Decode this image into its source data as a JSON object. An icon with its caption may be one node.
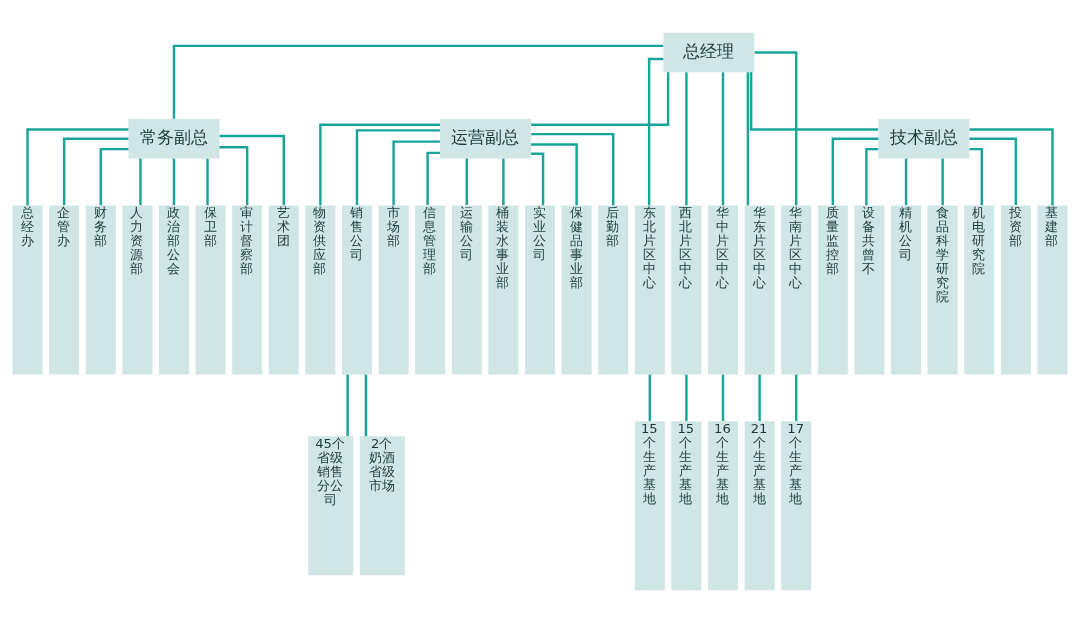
{
  "diagram": {
    "nodes": [
      {
        "text": [
          "总经理"
        ]
      },
      {
        "text": [
          "常务副总"
        ]
      },
      {
        "text": [
          "运营副总"
        ]
      },
      {
        "text": [
          "技术副总"
        ]
      },
      {
        "text": [
          "总经办"
        ]
      },
      {
        "text": [
          "企管办"
        ]
      },
      {
        "text": [
          "财务部"
        ]
      },
      {
        "text": [
          "人力资源部"
        ]
      },
      {
        "text": [
          "政治部公会"
        ]
      },
      {
        "text": [
          "保卫部"
        ]
      },
      {
        "text": [
          "审计督察部"
        ]
      },
      {
        "text": [
          "艺术团"
        ]
      },
      {
        "text": [
          "物资供应部"
        ]
      },
      {
        "text": [
          "销售公司"
        ]
      },
      {
        "text": [
          "市场部"
        ]
      },
      {
        "text": [
          "信息管理部"
        ]
      },
      {
        "text": [
          "运输公司"
        ]
      },
      {
        "text": [
          "桶装水事业部"
        ]
      },
      {
        "text": [
          "实业公司"
        ]
      },
      {
        "text": [
          "保健品事业部"
        ]
      },
      {
        "text": [
          "后勤部"
        ]
      },
      {
        "text": [
          "东北片区中心"
        ]
      },
      {
        "text": [
          "西北片区中心"
        ]
      },
      {
        "text": [
          "华中片区中心"
        ]
      },
      {
        "text": [
          "华东片区中心"
        ]
      },
      {
        "text": [
          "华南片区中心"
        ]
      },
      {
        "text": [
          "质量监控部"
        ]
      },
      {
        "text": [
          "设备共曾不"
        ]
      },
      {
        "text": [
          "精机公司"
        ]
      },
      {
        "text": [
          "食品科学研究院"
        ]
      },
      {
        "text": [
          "机电研究院"
        ]
      },
      {
        "text": [
          "投资部"
        ]
      },
      {
        "text": [
          "基建部"
        ]
      },
      {
        "text": [
          "45个省级销售分公司"
        ]
      },
      {
        "text": [
          "2个奶酒省级市场"
        ]
      },
      {
        "text": [
          "15个生产基地"
        ]
      },
      {
        "text": [
          "15个生产基地"
        ]
      },
      {
        "text": [
          "16个生产基地"
        ]
      },
      {
        "text": [
          "21个生产基地"
        ]
      },
      {
        "text": [
          "17个生产基地"
        ]
      }
    ],
    "edges": [
      {
        "from": 0,
        "to": 1,
        "arrow": "none"
      },
      {
        "from": 0,
        "to": 2,
        "arrow": "none"
      },
      {
        "from": 0,
        "to": 21,
        "arrow": "none"
      },
      {
        "from": 0,
        "to": 22,
        "arrow": "none"
      },
      {
        "from": 0,
        "to": 23,
        "arrow": "none"
      },
      {
        "from": 0,
        "to": 24,
        "arrow": "none"
      },
      {
        "from": 0,
        "to": 25,
        "arrow": "none"
      },
      {
        "from": 0,
        "to": 3,
        "arrow": "none"
      },
      {
        "from": 1,
        "to": 4,
        "arrow": "none"
      },
      {
        "from": 1,
        "to": 5,
        "arrow": "none"
      },
      {
        "from": 1,
        "to": 6,
        "arrow": "none"
      },
      {
        "from": 1,
        "to": 7,
        "arrow": "none"
      },
      {
        "from": 1,
        "to": 8,
        "arrow": "none"
      },
      {
        "from": 1,
        "to": 9,
        "arrow": "none"
      },
      {
        "from": 1,
        "to": 10,
        "arrow": "none"
      },
      {
        "from": 1,
        "to": 11,
        "arrow": "none"
      },
      {
        "from": 2,
        "to": 12,
        "arrow": "none"
      },
      {
        "from": 2,
        "to": 13,
        "arrow": "none"
      },
      {
        "from": 2,
        "to": 14,
        "arrow": "none"
      },
      {
        "from": 2,
        "to": 15,
        "arrow": "none"
      },
      {
        "from": 2,
        "to": 16,
        "arrow": "none"
      },
      {
        "from": 2,
        "to": 17,
        "arrow": "none"
      },
      {
        "from": 2,
        "to": 18,
        "arrow": "none"
      },
      {
        "from": 2,
        "to": 19,
        "arrow": "none"
      },
      {
        "from": 2,
        "to": 20,
        "arrow": "none"
      },
      {
        "from": 3,
        "to": 26,
        "arrow": "none"
      },
      {
        "from": 3,
        "to": 27,
        "arrow": "none"
      },
      {
        "from": 3,
        "to": 28,
        "arrow": "none"
      },
      {
        "from": 3,
        "to": 29,
        "arrow": "none"
      },
      {
        "from": 3,
        "to": 30,
        "arrow": "none"
      },
      {
        "from": 3,
        "to": 31,
        "arrow": "none"
      },
      {
        "from": 3,
        "to": 32,
        "arrow": "none"
      },
      {
        "from": 13,
        "to": 33,
        "arrow": "none"
      },
      {
        "from": 13,
        "to": 34,
        "arrow": "none"
      },
      {
        "from": 21,
        "to": 35,
        "arrow": "none"
      },
      {
        "from": 22,
        "to": 36,
        "arrow": "none"
      },
      {
        "from": 23,
        "to": 37,
        "arrow": "none"
      },
      {
        "from": 24,
        "to": 38,
        "arrow": "none"
      },
      {
        "from": 25,
        "to": 39,
        "arrow": "none"
      }
    ]
  }
}
